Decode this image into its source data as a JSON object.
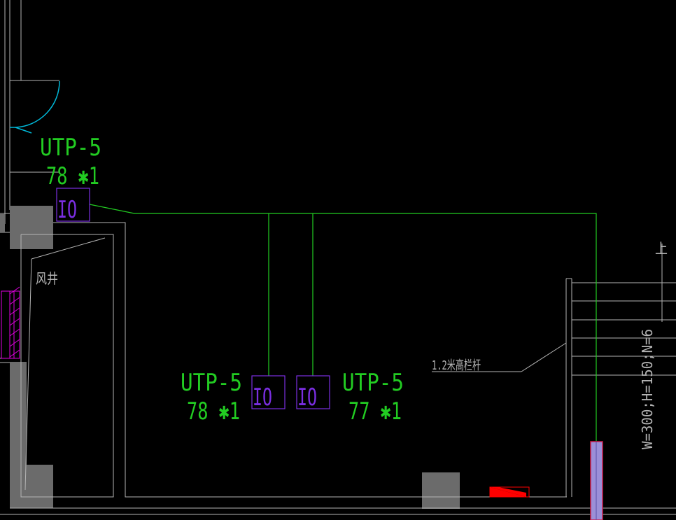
{
  "drawing": {
    "background": "#000000",
    "colors": {
      "wall": "#b4b4b4",
      "wire": "#22cc22",
      "outlet": "#7a2ee0",
      "door": "#00b8d8",
      "column": "#6b6b6b",
      "magenta": "#e000e0",
      "riser_fill": "#9b8fd8",
      "riser_edge": "#d02050",
      "warning": "#ff0000",
      "text_green": "#22cc22",
      "text_gray": "#b4b4b4"
    },
    "labels": {
      "outlet_top": {
        "type": "UTP-5",
        "qty": "78 ✱1"
      },
      "outlet_left": {
        "type": "UTP-5",
        "qty": "78 ✱1"
      },
      "outlet_right": {
        "type": "UTP-5",
        "qty": "77 ✱1"
      },
      "shaft": "风井",
      "railing": "1.2米高栏杆",
      "stair_spec": "W=300;H=150;N=6",
      "stair_up": "上"
    },
    "outlet_symbol": "IO"
  }
}
